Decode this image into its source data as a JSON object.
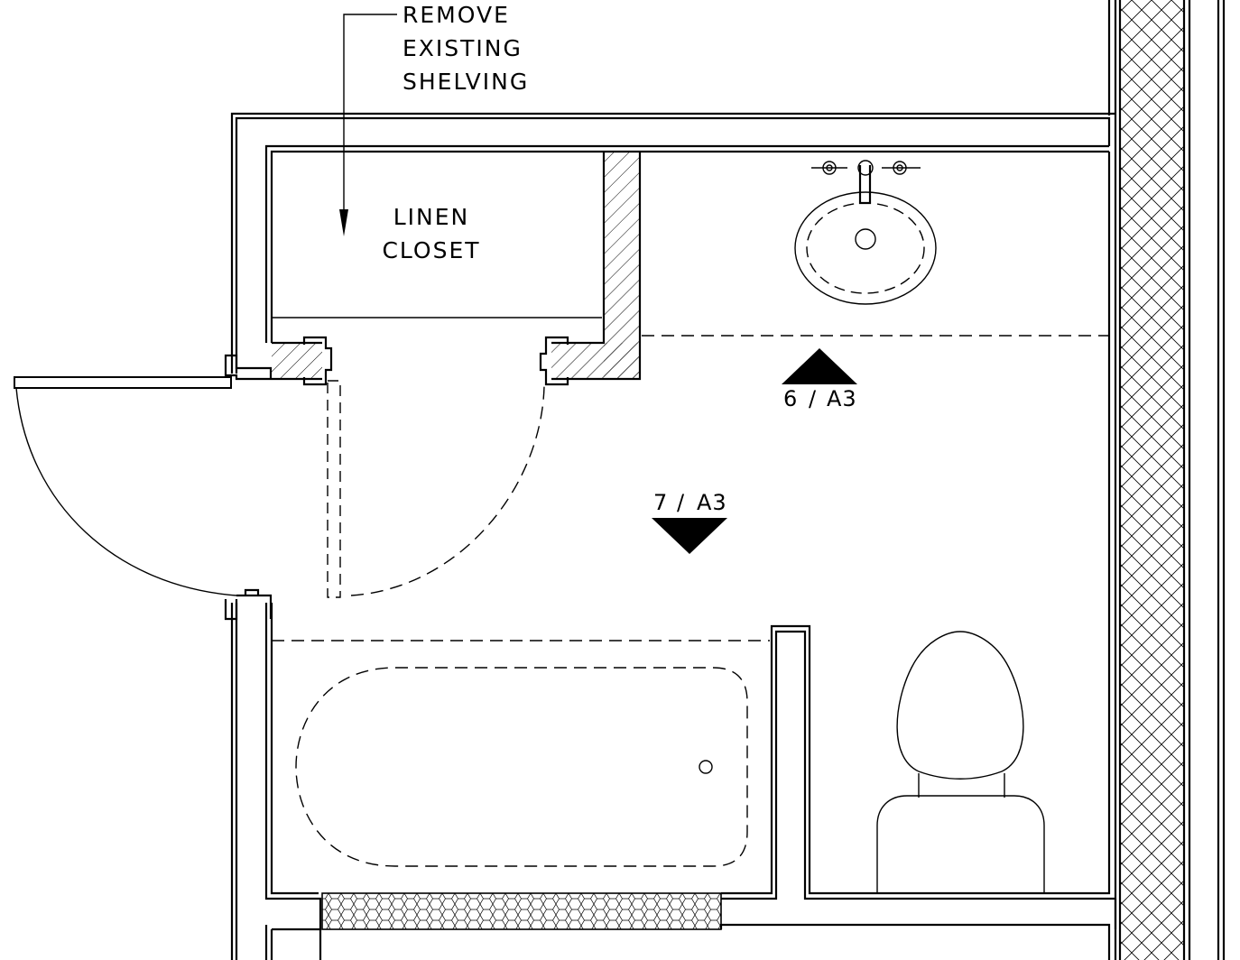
{
  "annotations": {
    "remove_shelving": [
      "REMOVE",
      "EXISTING",
      "SHELVING"
    ],
    "linen_closet": [
      "LINEN",
      "CLOSET"
    ]
  },
  "section_refs": {
    "ref_6": {
      "number": "6",
      "slash": "/",
      "sheet": "A3"
    },
    "ref_7": {
      "number": "7",
      "slash": "/",
      "sheet": "A3"
    }
  }
}
